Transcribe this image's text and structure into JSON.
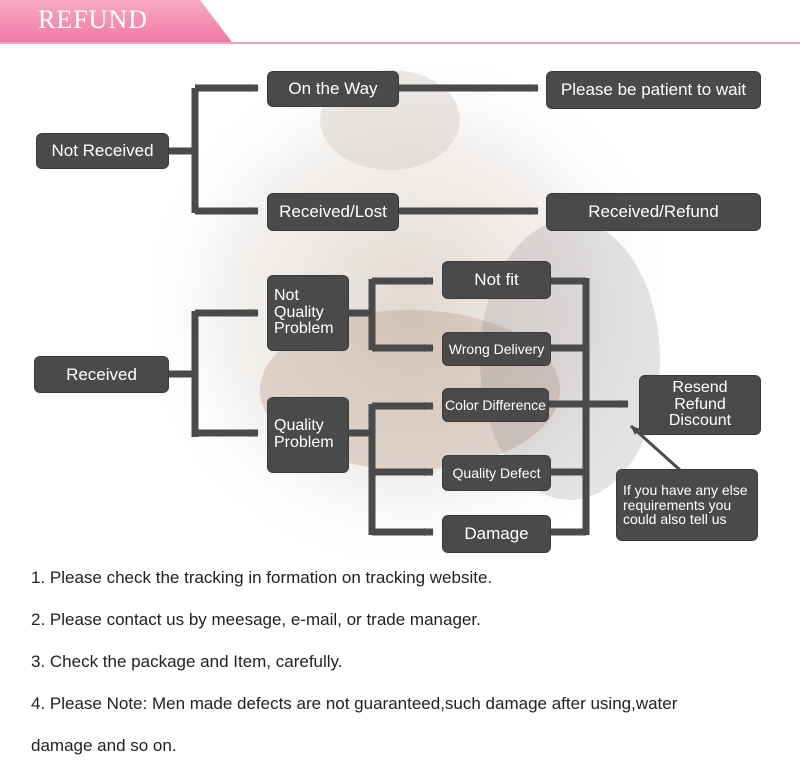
{
  "header": {
    "title": "REFUND"
  },
  "flow": {
    "not_received": "Not Received",
    "on_the_way": "On the Way",
    "please_wait": "Please be patient to wait",
    "received_lost": "Received/Lost",
    "received_refund": "Received/Refund",
    "received": "Received",
    "not_quality_problem": [
      "Not",
      "Quality",
      "Problem"
    ],
    "quality_problem": [
      "Quality",
      "Problem"
    ],
    "not_fit": "Not fit",
    "wrong_delivery": "Wrong Delivery",
    "color_difference": "Color Difference",
    "quality_defect": "Quality Defect",
    "damage": "Damage",
    "resend_refund_discount": [
      "Resend",
      "Refund",
      "Discount"
    ],
    "tell_us": [
      "If you have any else",
      "requirements you",
      "could also tell us"
    ]
  },
  "notes": [
    "1. Please check the tracking in formation on tracking website.",
    "2. Please contact us by meesage, e-mail, or trade manager.",
    "3. Check the package and Item, carefully.",
    "4. Please Note: Men made defects  are not guaranteed,such damage after using,water",
    "damage and so on."
  ],
  "colors": {
    "box": "#4a4a4a",
    "arrow": "#4a4a4a",
    "header": "#f07aa5"
  }
}
